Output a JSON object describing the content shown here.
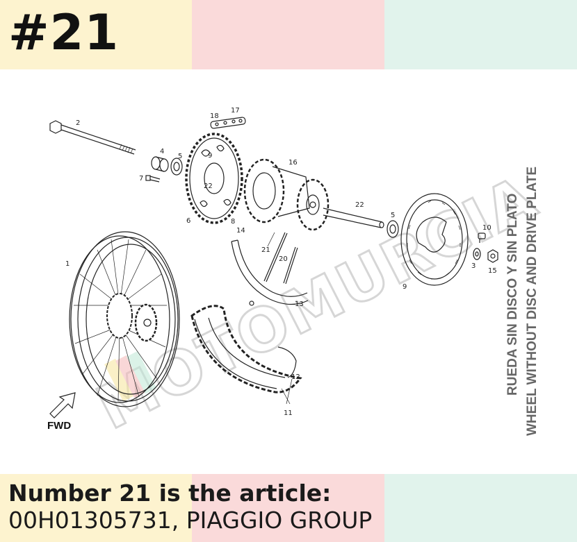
{
  "header": {
    "title": "#21"
  },
  "colors": {
    "band_yellow": "#fdf3cf",
    "band_pink": "#fadada",
    "band_mint": "#e1f3ec"
  },
  "diagram": {
    "watermark": "MOTOMURCIA",
    "side_text_es": "RUEDA SIN DISCO Y SIN PLATO",
    "side_text_en": "WHEEL WITHOUT DISC AND DRIVE PLATE",
    "fwd_label": "FWD",
    "callouts": {
      "c1": "1",
      "c2": "2",
      "c3": "3",
      "c4": "4",
      "c5a": "5",
      "c5b": "5",
      "c6": "6",
      "c7": "7",
      "c8": "8",
      "c9a": "9",
      "c9b": "9",
      "c10": "10",
      "c11": "11",
      "c12": "12",
      "c13": "13",
      "c14": "14",
      "c15": "15",
      "c16": "16",
      "c17": "17",
      "c18": "18",
      "c20": "20",
      "c21": "21",
      "c22a": "22",
      "c22b": "22"
    }
  },
  "caption": {
    "line1": "Number 21 is the article:",
    "line2": "00H01305731, PIAGGIO GROUP"
  }
}
